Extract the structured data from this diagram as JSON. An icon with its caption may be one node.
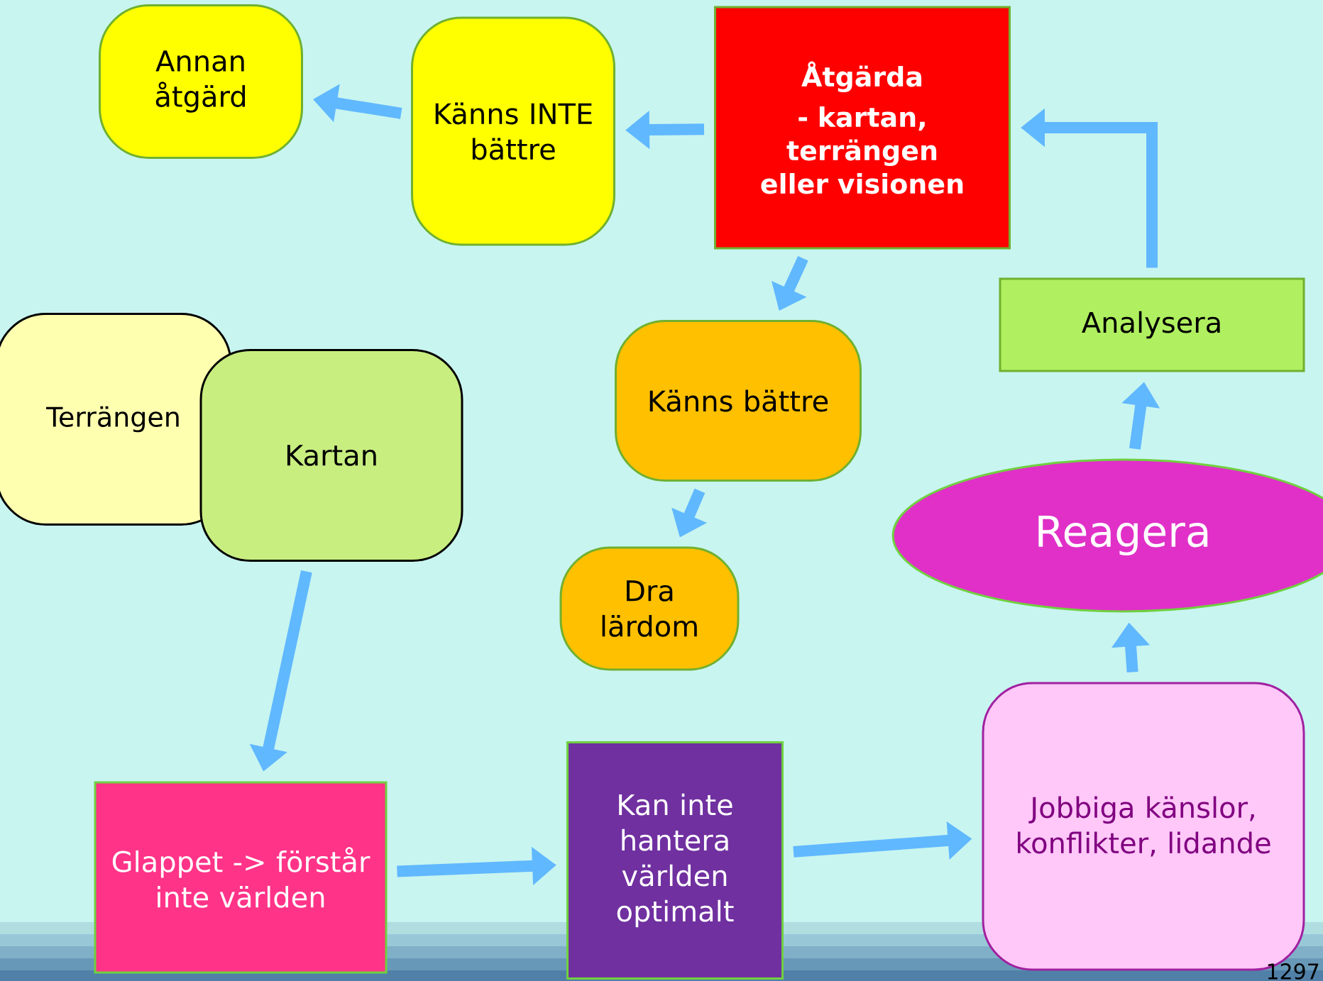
{
  "diagram": {
    "nodes": [
      {
        "text": [
          "Annan åtgärd"
        ]
      },
      {
        "text": [
          "Känns INTE bättre"
        ]
      },
      {
        "text": [
          "Åtgärda",
          "- kartan, terrängen eller visionen"
        ]
      },
      {
        "text": [
          "Terrängen"
        ]
      },
      {
        "text": [
          "Kartan"
        ]
      },
      {
        "text": [
          "Känns bättre"
        ]
      },
      {
        "text": [
          "Dra lärdom"
        ]
      },
      {
        "text": [
          "Analysera"
        ]
      },
      {
        "text": [
          "Reagera"
        ]
      },
      {
        "text": [
          "Glappet -> förstår inte världen"
        ]
      },
      {
        "text": [
          "Kan inte hantera världen optimalt"
        ]
      },
      {
        "text": [
          "Jobbiga känslor, konflikter, lidande"
        ]
      }
    ],
    "edges": [
      {
        "from": 2,
        "to": 1,
        "arrow": "to"
      },
      {
        "from": 1,
        "to": 0,
        "arrow": "to"
      },
      {
        "from": 2,
        "to": 5,
        "arrow": "to"
      },
      {
        "from": 5,
        "to": 6,
        "arrow": "to"
      },
      {
        "from": 4,
        "to": 9,
        "arrow": "to"
      },
      {
        "from": 9,
        "to": 10,
        "arrow": "to"
      },
      {
        "from": 10,
        "to": 11,
        "arrow": "to"
      },
      {
        "from": 11,
        "to": 8,
        "arrow": "to"
      },
      {
        "from": 8,
        "to": 7,
        "arrow": "to"
      },
      {
        "from": 7,
        "to": 2,
        "arrow": "to"
      }
    ],
    "labels": [
      "1297"
    ]
  }
}
